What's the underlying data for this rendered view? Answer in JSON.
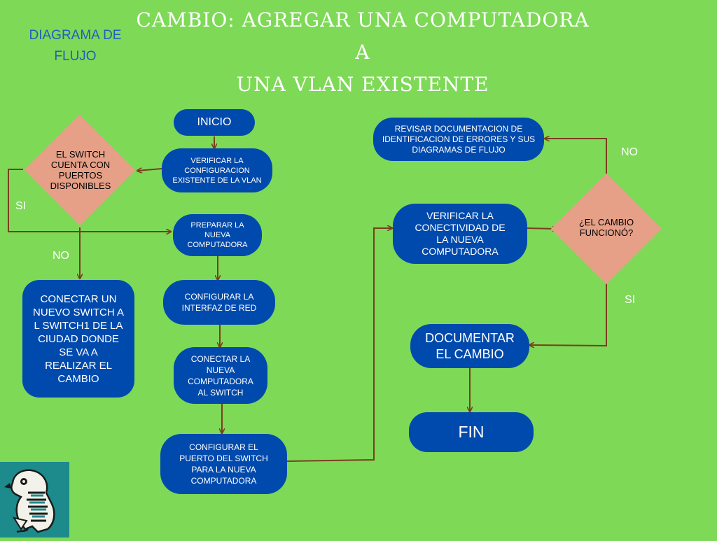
{
  "title_line1": "CAMBIO: AGREGAR UNA COMPUTADORA A",
  "title_line2": "UNA VLAN EXISTENTE",
  "subtitle_line1": "DIAGRAMA DE",
  "subtitle_line2": "FLUJO",
  "nodes": {
    "inicio": "INICIO",
    "verificar_config": "VERIFICAR LA CONFIGURACION EXISTENTE DE LA VLAN",
    "preparar": "PREPARAR LA NUEVA COMPUTADORA",
    "configurar_red": "CONFIGURAR LA INTERFAZ DE RED",
    "conectar": "CONECTAR LA NUEVA COMPUTADORA AL SWITCH",
    "configurar_puerto": "CONFIGURAR EL PUERTO DEL SWITCH PARA LA NUEVA COMPUTADORA",
    "conectar_switch": "CONECTAR  UN NUEVO SWITCH A L SWITCH1 DE LA CIUDAD DONDE SE VA A REALIZAR EL CAMBIO",
    "verificar_conectividad": "VERIFICAR LA CONECTIVIDAD DE LA NUEVA COMPUTADORA",
    "revisar_doc": "REVISAR DOCUMENTACION DE IDENTIFICACION DE ERRORES Y SUS DIAGRAMAS DE FLUJO",
    "documentar": "DOCUMENTAR EL CAMBIO",
    "fin": "FIN"
  },
  "decisions": {
    "switch_puertos": "EL SWITCH CUENTA CON PUERTOS DISPONIBLES",
    "cambio_funciono": "¿EL CAMBIO FUNCIONÓ?"
  },
  "labels": {
    "si_left": "SI",
    "no_left": "NO",
    "no_right": "NO",
    "si_right": "SI"
  },
  "colors": {
    "background": "#7ed957",
    "node_fill": "#004aad",
    "decision_fill": "#e6a087",
    "connector": "#7a3e1e"
  }
}
